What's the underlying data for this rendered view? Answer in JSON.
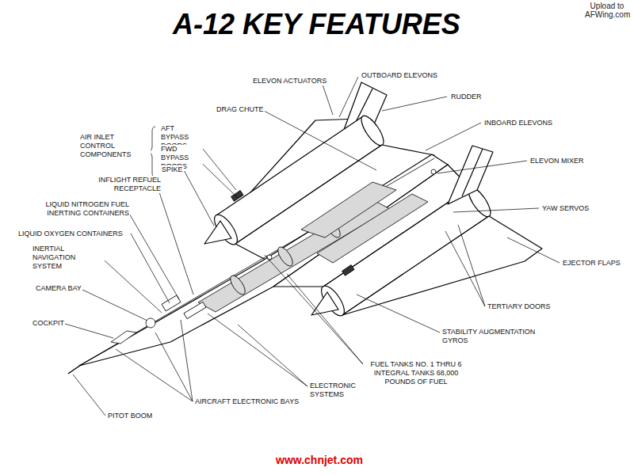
{
  "diagram": {
    "title": "A-12 KEY FEATURES",
    "labels": [
      "Upload to AFWing.com",
      "ELEVON ACTUATORS",
      "OUTBOARD ELEVONS",
      "RUDDER",
      "DRAG CHUTE",
      "INBOARD ELEVONS",
      "AIR INLET CONTROL COMPONENTS",
      "AFT BYPASS DOORS",
      "FWD BYPASS DOORS",
      "SPIKE",
      "ELEVON MIXER",
      "INFLIGHT REFUEL RECEPTACLE",
      "LIQUID NITROGEN FUEL INERTING CONTAINERS",
      "YAW SERVOS",
      "LIQUID OXYGEN CONTAINERS",
      "INERTIAL NAVIGATION SYSTEM",
      "EJECTOR FLAPS",
      "CAMERA BAY",
      "TERTIARY DOORS",
      "COCKPIT",
      "STABILITY AUGMENTATION GYROS",
      "FUEL TANKS NO. 1 THRU 6 INTEGRAL TANKS 68,000 POUNDS OF FUEL",
      "ELECTRONIC SYSTEMS",
      "AIRCRAFT ELECTRONIC BAYS",
      "PITOT BOOM",
      "www.chnjet.com"
    ]
  }
}
